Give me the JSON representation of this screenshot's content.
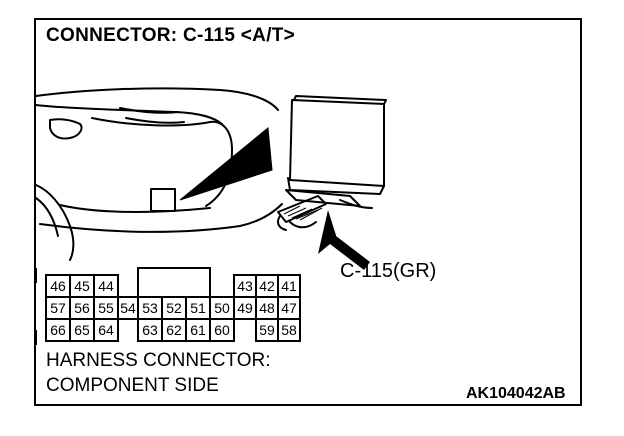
{
  "title": "CONNECTOR: C-115 <A/T>",
  "callout_label": "C-115(GR)",
  "harness_line1": "HARNESS CONNECTOR:",
  "harness_line2": "COMPONENT SIDE",
  "figure_code": "AK104042AB",
  "connector_pins": {
    "row1_left": [
      "46",
      "45",
      "44"
    ],
    "row1_right": [
      "43",
      "42",
      "41"
    ],
    "row2": [
      "57",
      "56",
      "55",
      "54",
      "53",
      "52",
      "51",
      "50",
      "49",
      "48",
      "47"
    ],
    "row3_left": [
      "66",
      "65",
      "64"
    ],
    "row3_mid": [
      "63",
      "62",
      "61",
      "60"
    ],
    "row3_right": [
      "59",
      "58"
    ]
  }
}
